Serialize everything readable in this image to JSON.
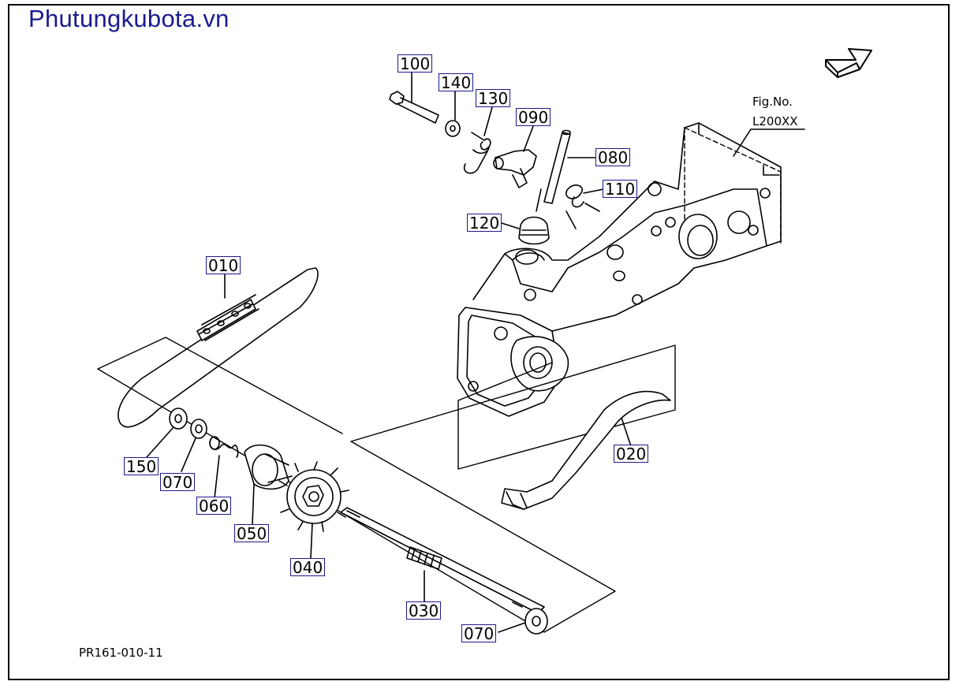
{
  "site_title": "Phutungkubota.vn",
  "title_color": "#1b1b8f",
  "figure": {
    "label": "Fig.No.",
    "number": "L200XX"
  },
  "ref_code": "PR161-010-11",
  "parts": [
    {
      "id": "p100",
      "label": "100"
    },
    {
      "id": "p140",
      "label": "140"
    },
    {
      "id": "p130",
      "label": "130"
    },
    {
      "id": "p090",
      "label": "090"
    },
    {
      "id": "p080",
      "label": "080"
    },
    {
      "id": "p110",
      "label": "110"
    },
    {
      "id": "p120",
      "label": "120"
    },
    {
      "id": "p010",
      "label": "010"
    },
    {
      "id": "p020",
      "label": "020"
    },
    {
      "id": "p150",
      "label": "150"
    },
    {
      "id": "p070a",
      "label": "070"
    },
    {
      "id": "p060",
      "label": "060"
    },
    {
      "id": "p050",
      "label": "050"
    },
    {
      "id": "p040",
      "label": "040"
    },
    {
      "id": "p030",
      "label": "030"
    },
    {
      "id": "p070b",
      "label": "070"
    }
  ],
  "direction_arrow_icon": "arrow-icon"
}
